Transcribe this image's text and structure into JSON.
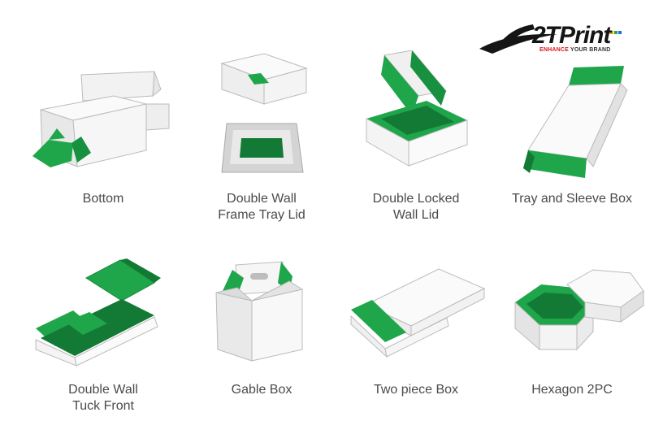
{
  "brand": {
    "name": "2TPrint",
    "tagline_part1": "ENHANCE",
    "tagline_part2": " YOUR BRAND",
    "colors": {
      "green": "#1fa64a",
      "dark_green": "#137a35",
      "grey": "#d9d9d9",
      "light": "#f4f4f4",
      "red": "#d71920"
    }
  },
  "items": [
    {
      "label_line1": "Bottom",
      "label_line2": "",
      "icon": "box-open-bottom-icon"
    },
    {
      "label_line1": "Double Wall",
      "label_line2": "Frame Tray Lid",
      "icon": "tray-lid-icon"
    },
    {
      "label_line1": "Double Locked",
      "label_line2": "Wall Lid",
      "icon": "locked-wall-box-icon"
    },
    {
      "label_line1": "Tray and Sleeve Box",
      "label_line2": "",
      "icon": "sleeve-box-icon"
    },
    {
      "label_line1": "Double Wall",
      "label_line2": "Tuck Front",
      "icon": "tuck-front-box-icon"
    },
    {
      "label_line1": "Gable Box",
      "label_line2": "",
      "icon": "gable-box-icon"
    },
    {
      "label_line1": "Two piece Box",
      "label_line2": "",
      "icon": "two-piece-box-icon"
    },
    {
      "label_line1": "Hexagon 2PC",
      "label_line2": "",
      "icon": "hexagon-box-icon"
    }
  ]
}
